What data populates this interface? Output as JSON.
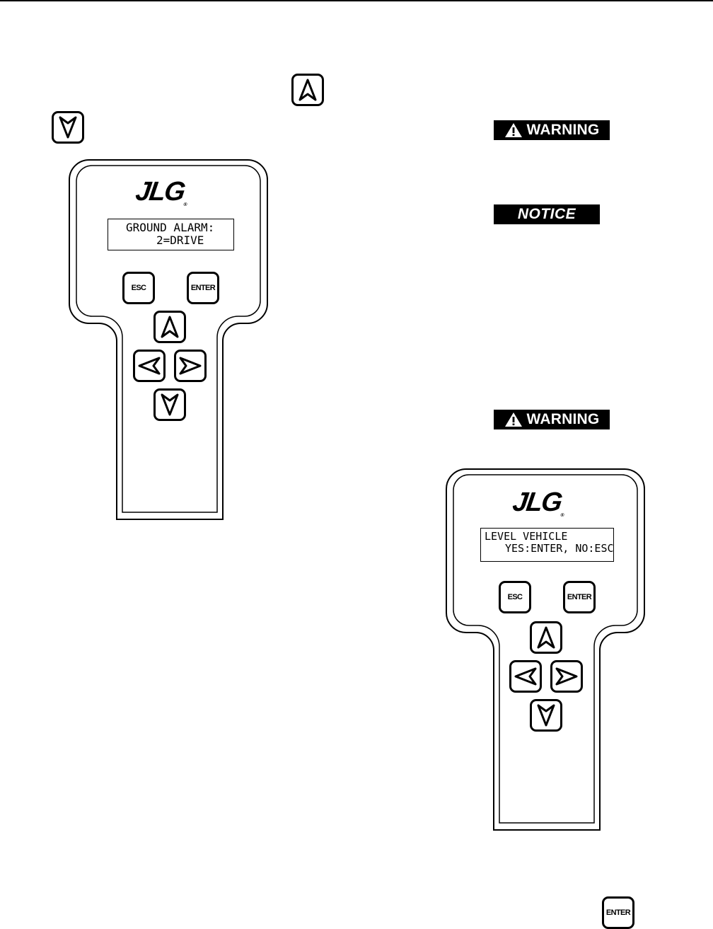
{
  "inline_keys": {
    "up_icon": "up-arrow-key-icon",
    "down_icon": "down-arrow-key-icon",
    "enter_label": "ENTER"
  },
  "banners": {
    "warning_top": "WARNING",
    "notice": "NOTICE",
    "warning_bottom": "WARNING"
  },
  "pendant_1": {
    "logo": "JLG",
    "display_line_1": "GROUND ALARM:",
    "display_line_2": "2=DRIVE",
    "esc_label": "ESC",
    "enter_label": "ENTER"
  },
  "pendant_2": {
    "logo": "JLG",
    "display_line_1": "LEVEL VEHICLE",
    "display_line_2": "YES:ENTER, NO:ESC",
    "esc_label": "ESC",
    "enter_label": "ENTER"
  }
}
